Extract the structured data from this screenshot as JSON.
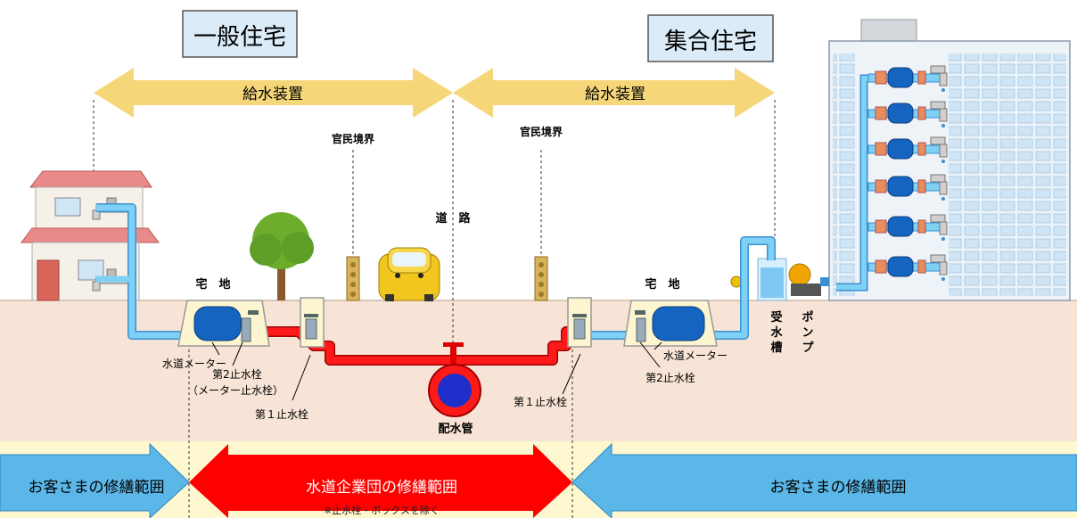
{
  "titles": {
    "house": "一般住宅",
    "apartment": "集合住宅"
  },
  "supply_equipment": {
    "left": "給水装置",
    "right": "給水装置"
  },
  "boundary": {
    "left": "官民境界",
    "right": "官民境界"
  },
  "road_label": "道　路",
  "residential_land": {
    "left": "宅　地",
    "right": "宅　地"
  },
  "components": {
    "meter_left": "水道メーター",
    "meter_right": "水道メーター",
    "second_stopcock_left": "第2止水栓",
    "second_stopcock_left_note": "（メーター止水栓）",
    "second_stopcock_right": "第2止水栓",
    "first_stopcock_left": "第１止水栓",
    "first_stopcock_right": "第１止水栓",
    "distribution_main": "配水管",
    "water_tank": "受水槽",
    "pump": "ポンプ"
  },
  "repair_scope": {
    "customer_left": "お客さまの修繕範囲",
    "utility": "水道企業団の修繕範囲",
    "utility_note": "※止水栓・ボックスを除く",
    "customer_right": "お客さまの修繕範囲"
  },
  "colors": {
    "supply_arrow": "#f5d77a",
    "customer_arrow": "#5bb7e8",
    "utility_arrow": "#ff0000",
    "utility_pipe": "#ff0000",
    "customer_pipe": "#6cc7f0",
    "ground": "#f8e4d6",
    "band": "#fdf8d0",
    "meter": "#1565c0"
  }
}
